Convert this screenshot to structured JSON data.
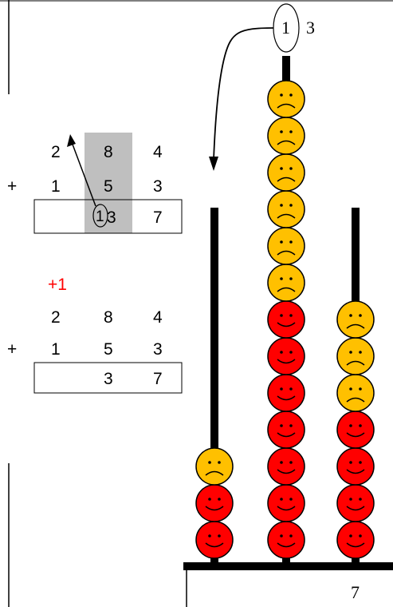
{
  "problem": {
    "top_row": [
      "2",
      "8",
      "4"
    ],
    "middle_row": [
      "1",
      "5",
      "3"
    ],
    "plus_sign": "+",
    "result_row_1": [
      "1",
      "3",
      "7"
    ],
    "carry_label": "+1",
    "result_row_2": [
      "",
      "3",
      "7"
    ]
  },
  "abacus": {
    "top_label_circled": "1",
    "top_label_digit": "3",
    "bottom_label": "7",
    "rods": [
      {
        "beads": [
          "red",
          "red",
          "orange"
        ]
      },
      {
        "beads": [
          "red",
          "red",
          "red",
          "red",
          "red",
          "red",
          "red",
          "orange",
          "orange",
          "orange",
          "orange",
          "orange",
          "orange"
        ]
      },
      {
        "beads": [
          "red",
          "red",
          "red",
          "red",
          "orange",
          "orange",
          "orange"
        ]
      }
    ]
  },
  "colors": {
    "red": "#ff0000",
    "orange": "#ffc000",
    "highlight": "#bfbfbf",
    "carry": "#ff0000"
  },
  "icons": [
    "happy-face-icon",
    "sad-face-icon",
    "curved-arrow-icon",
    "arrow-icon"
  ]
}
